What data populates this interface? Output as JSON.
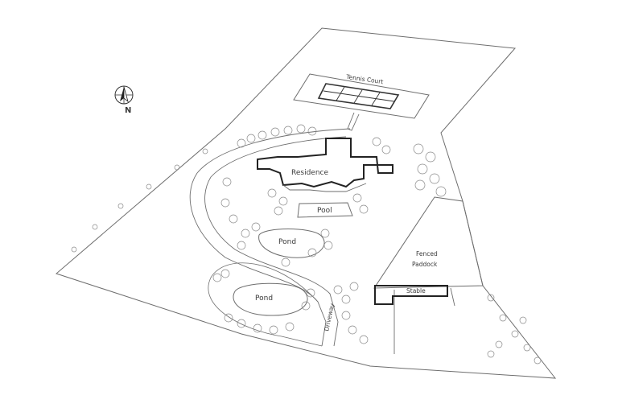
{
  "labels": {
    "tennis_court": "Tennis Court",
    "residence": "Residence",
    "pool": "Pool",
    "pond_upper": "Pond",
    "pond_lower": "Pond",
    "fenced_paddock_line1": "Fenced",
    "fenced_paddock_line2": "Paddock",
    "stable": "Stable",
    "driveway": "Driveway",
    "north": "N"
  },
  "icons": {
    "compass": "north-arrow-icon"
  },
  "colors": {
    "line": "#6e6e6e",
    "building": "#222222",
    "background": "#ffffff"
  }
}
